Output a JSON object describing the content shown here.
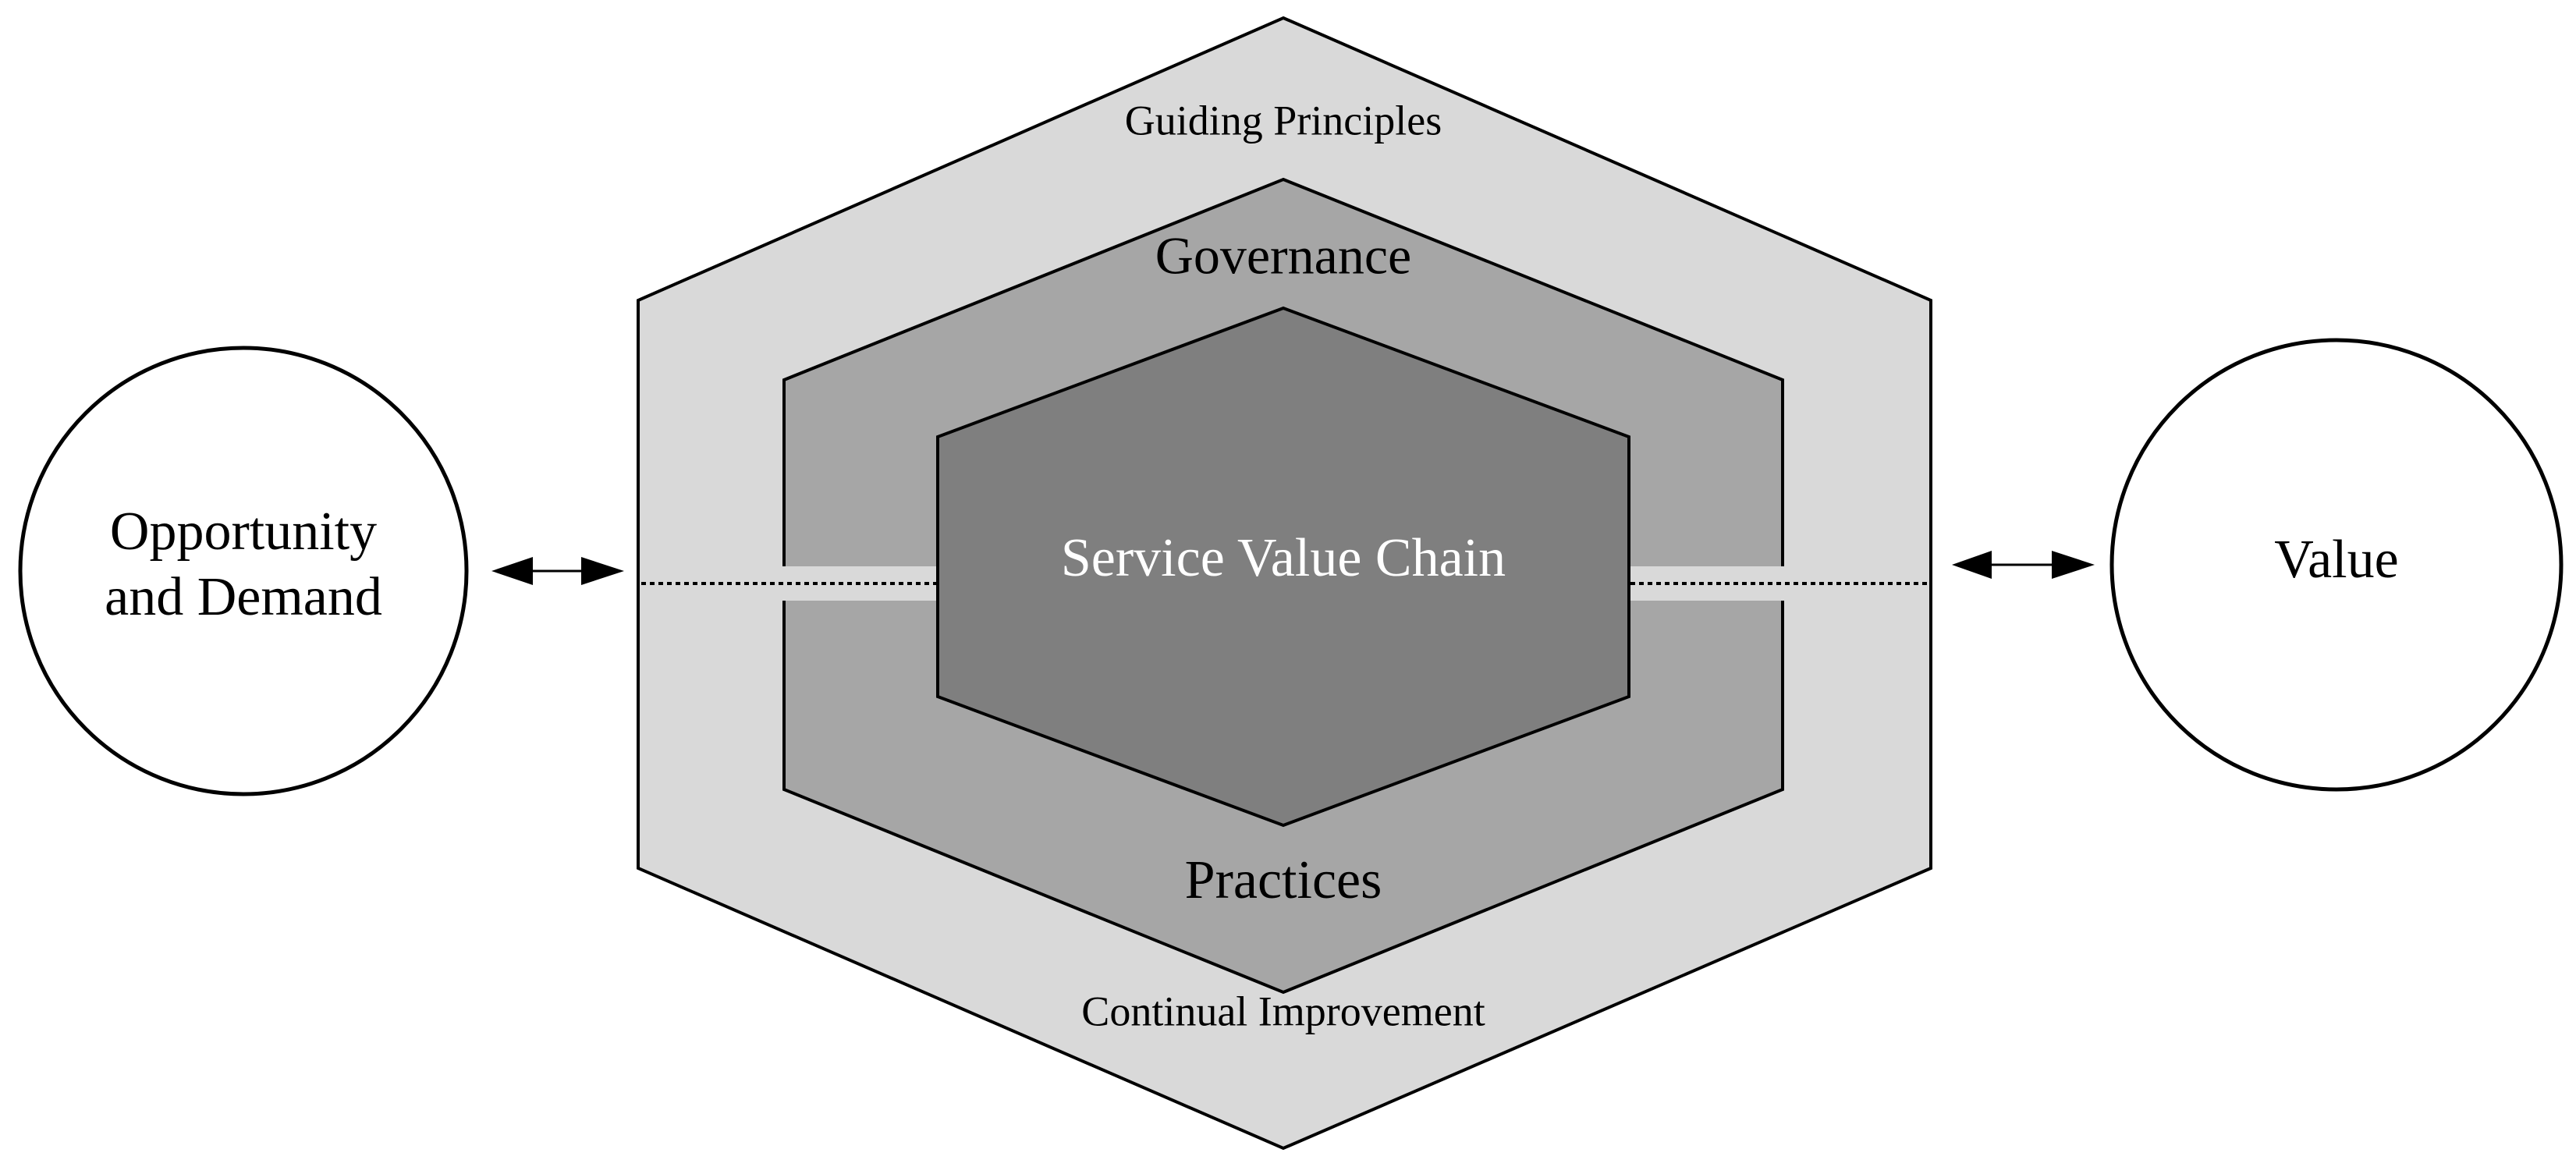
{
  "diagram": {
    "left_node": {
      "line1": "Opportunity",
      "line2": "and Demand"
    },
    "right_node": {
      "label": "Value"
    },
    "outer_layer": {
      "top_label": "Guiding Principles",
      "bottom_label": "Continual Improvement"
    },
    "middle_layer": {
      "top_label": "Governance",
      "bottom_label": "Practices"
    },
    "core": {
      "label": "Service Value Chain"
    }
  },
  "colors": {
    "outer_fill": "#d9d9d9",
    "middle_fill": "#a6a6a6",
    "core_fill": "#7f7f7f",
    "stroke": "#000000",
    "core_text": "#ffffff",
    "band": "#d9d9d9"
  }
}
